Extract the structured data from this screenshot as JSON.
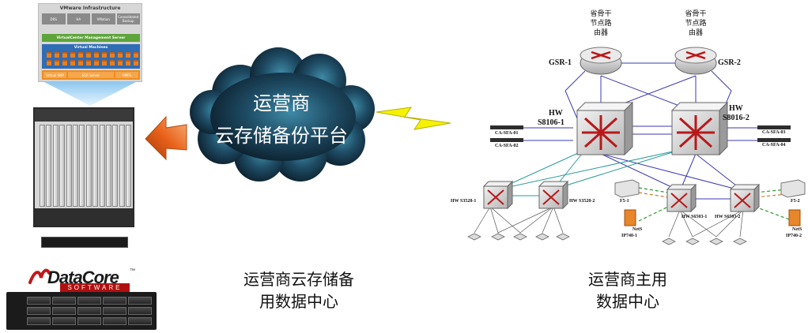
{
  "vmware": {
    "title": "VMware Infrastructure",
    "top_boxes": [
      "DRS",
      "HA",
      "VMotion",
      "Consolidated Backup"
    ],
    "vcenter": "VirtualCenter Management Server",
    "vms_label": "Virtual Machines",
    "esx_boxes": [
      "Virtual SMP",
      "ESX Server",
      "VMFS"
    ]
  },
  "cloud": {
    "line1": "运营商",
    "line2": "云存储备份平台"
  },
  "datacore": {
    "logo": "DataCore",
    "tm": "™",
    "sub": "SOFTWARE"
  },
  "captions": {
    "left_line1": "运营商云存储备",
    "left_line2": "用数据中心",
    "right_line1": "运营商主用",
    "right_line2": "数据中心"
  },
  "network": {
    "core_left_cn": [
      "省骨干",
      "节点路",
      "由器"
    ],
    "core_right_cn": [
      "省骨干",
      "节点路",
      "由器"
    ],
    "gsr1": "GSR-1",
    "gsr2": "GSR-2",
    "hw1_line1": "HW",
    "hw1_line2": "S8106-1",
    "hw2_line1": "HW",
    "hw2_line2": "S8016-2",
    "sfa01": "CA-SFA-01",
    "sfa02": "CA-SFA-02",
    "sfa03": "CA-SFA-03",
    "sfa04": "CA-SFA-04",
    "s3528_1": "HW S3528-1",
    "s3528_2": "HW S3528-2",
    "s6503_1": "HW S6503-1",
    "s6503_2": "HW S6503-2",
    "f5_1": "F5-1",
    "f5_2": "F5-2",
    "ip740_1_a": "NetS",
    "ip740_1_b": "IP740-1",
    "ip740_2_a": "NetS",
    "ip740_2_b": "IP740-2"
  },
  "colors": {
    "cloud_dark": "#0b1f30",
    "cloud_mid": "#2c6580",
    "arrow_orange": "#e8621a",
    "bolt_yellow": "#f5f200",
    "link_blue": "#3a3ab8",
    "link_teal": "#2a9a9a",
    "link_green": "#2a9a2a",
    "link_orange": "#d07a2a"
  }
}
